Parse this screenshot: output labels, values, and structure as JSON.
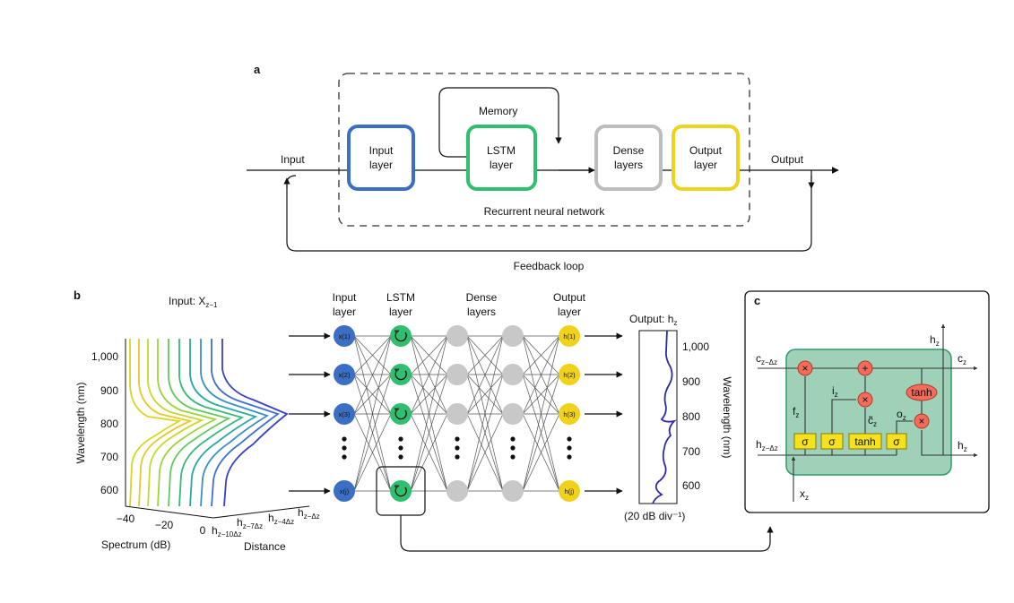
{
  "panel_a": {
    "letter": "a",
    "input": "Input",
    "output": "Output",
    "memory": "Memory",
    "input_layer": [
      "Input",
      "layer"
    ],
    "lstm_layer": [
      "LSTM",
      "layer"
    ],
    "dense_layers": [
      "Dense",
      "layers"
    ],
    "output_layer": [
      "Output",
      "layer"
    ],
    "rnn": "Recurrent neural network",
    "feedback": "Feedback loop",
    "colors": {
      "input": "#3b6fc4",
      "lstm": "#2fbf6e",
      "dense": "#bdbdbd",
      "output": "#f0d21c"
    }
  },
  "panel_b": {
    "letter": "b",
    "input_title": "Input: X",
    "input_title_sub": "z−1",
    "ylabel": "Wavelength (nm)",
    "yticks": [
      "1,000",
      "900",
      "800",
      "700",
      "600"
    ],
    "xlabel": "Spectrum (dB)",
    "xticks": [
      "−40",
      "−20",
      "0"
    ],
    "dist_label": "Distance",
    "dist_ticks": [
      {
        "main": "h",
        "sub": "z−10Δz"
      },
      {
        "main": "h",
        "sub": "z−7Δz"
      },
      {
        "main": "h",
        "sub": "z−4Δz"
      },
      {
        "main": "h",
        "sub": "z−Δz"
      }
    ],
    "layer_titles": {
      "input": [
        "Input",
        "layer"
      ],
      "lstm": [
        "LSTM",
        "layer"
      ],
      "dense": [
        "Dense",
        "layers"
      ],
      "output": [
        "Output",
        "layer"
      ]
    },
    "input_nodes": [
      "x(1)",
      "x(2)",
      "x(3)",
      "x(j)"
    ],
    "output_nodes": [
      "h(1)",
      "h(2)",
      "h(3)",
      "h(j)"
    ],
    "output_title": "Output: h",
    "output_title_sub": "z",
    "out_yticks": [
      "1,000",
      "900",
      "800",
      "700",
      "600"
    ],
    "out_ylabel": "Wavelength (nm)",
    "scale": "(20 dB div⁻¹)"
  },
  "panel_c": {
    "letter": "c",
    "c_in": "c",
    "c_in_sub": "z−Δz",
    "c_out": "c",
    "c_out_sub": "z",
    "h_in": "h",
    "h_in_sub": "z−Δz",
    "h_out": "h",
    "h_out_sub": "z",
    "h_top": "h",
    "h_top_sub": "z",
    "x_in": "x",
    "x_in_sub": "z",
    "gates": [
      "σ",
      "σ",
      "tanh",
      "σ"
    ],
    "tanh": "tanh",
    "f": "f",
    "i": "i",
    "c_tilde": "c̃",
    "o": "o",
    "gate_sub": "z",
    "times": "×",
    "plus": "+"
  }
}
